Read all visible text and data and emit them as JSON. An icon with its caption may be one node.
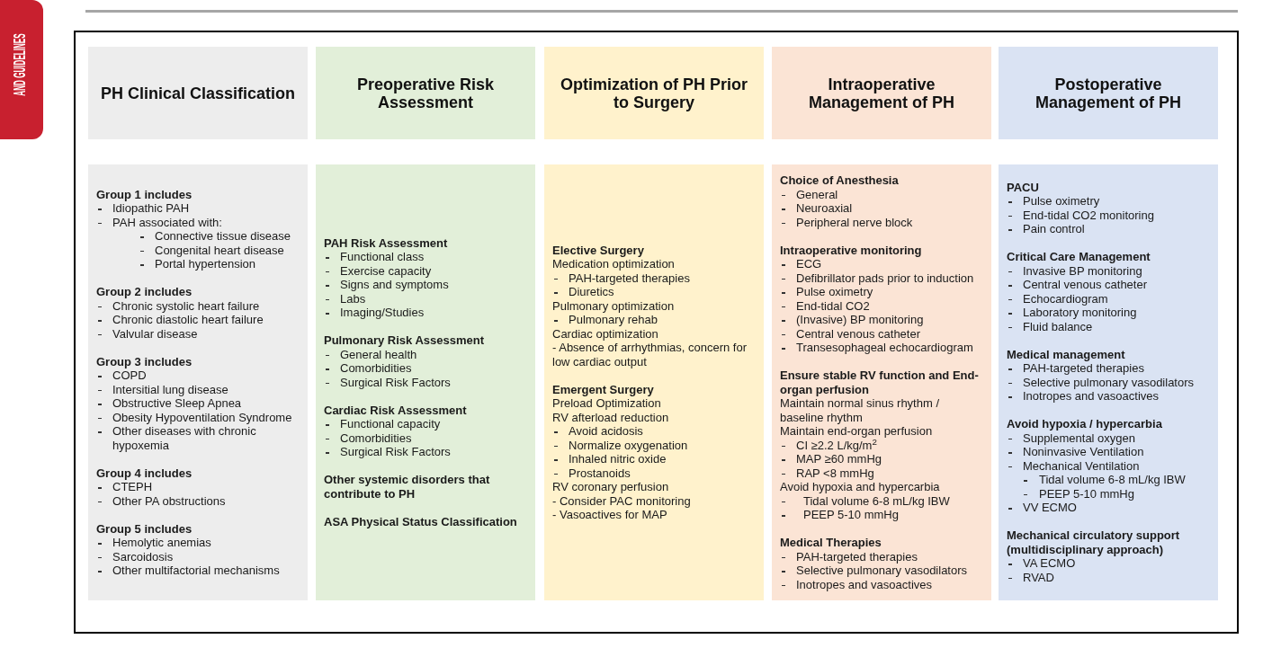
{
  "diagram": {
    "nodes": [
      {
        "text": [],
        "shape": "box"
      },
      {
        "text": [
          "PH Clinical Classification"
        ],
        "in": 0
      },
      {
        "text": [
          "Preoperative Risk Assessment"
        ],
        "in": 0
      },
      {
        "text": [
          "Optimization of PH Prior to Surgery"
        ],
        "in": 0
      },
      {
        "text": [
          "Intraoperative Management of PH"
        ],
        "in": 0
      },
      {
        "text": [
          "Postoperative Management of PH"
        ],
        "in": 0
      },
      {
        "text": [
          "Group 1 includes",
          "Idiopathic PAH",
          "PAH associated with:",
          "Connective tissue disease",
          "Congenital heart disease",
          "Portal hypertension",
          "Group 2 includes",
          "Chronic systolic heart failure",
          "Chronic diastolic heart failure",
          "Valvular disease",
          "Group 3 includes",
          "COPD",
          "Intersitial lung disease",
          "Obstructive Sleep Apnea",
          "Obesity Hypoventilation Syndrome",
          "Other diseases with chronic hypoxemia",
          "Group 4 includes",
          "CTEPH",
          "Other PA obstructions",
          "Group 5 includes",
          "Hemolytic anemias",
          "Sarcoidosis",
          "Other multifactorial mechanisms"
        ],
        "in": 0
      },
      {
        "text": [
          "PAH Risk Assessment",
          "Functional class",
          "Exercise capacity",
          "Signs and symptoms",
          "Labs",
          "Imaging/Studies",
          "Pulmonary Risk Assessment",
          "General health",
          "Comorbidities",
          "Surgical Risk Factors",
          "Cardiac Risk Assessment",
          "Functional capacity",
          "Comorbidities",
          "Surgical Risk Factors",
          "Other systemic disorders that contribute to PH",
          "ASA Physical Status Classification"
        ],
        "in": 0
      },
      {
        "text": [
          "Elective Surgery",
          "Medication optimization",
          "PAH-targeted therapies",
          "Diuretics",
          "Pulmonary optimization",
          "Pulmonary rehab",
          "Cardiac optimization",
          "- Absence of arrhythmias, concern for low cardiac output",
          "Emergent Surgery",
          "Preload Optimization",
          "RV afterload reduction",
          "Avoid acidosis",
          "Normalize oxygenation",
          "Inhaled nitric oxide",
          "Prostanoids",
          "RV coronary perfusion",
          "- Consider PAC monitoring",
          "- Vasoactives for MAP"
        ],
        "in": 0
      },
      {
        "text": [
          "Choice of Anesthesia",
          "General",
          "Neuroaxial",
          "Peripheral nerve block",
          "Intraoperative monitoring",
          "ECG",
          "Defibrillator pads prior to induction",
          "Pulse oximetry",
          "End-tidal CO2",
          "(Invasive) BP monitoring",
          "Central venous catheter",
          "Transesophageal echocardiogram",
          "Ensure stable RV function and End-organ perfusion",
          "Maintain normal sinus rhythm / baseline rhythm",
          "Maintain end-organ perfusion",
          "CI ≥2.2 L/kg/m$^{2}$",
          "MAP ≥60 mmHg",
          "RAP <8 mmHg",
          "Avoid hypoxia and hypercarbia",
          "Tidal volume 6-8 mL/kg IBW",
          "PEEP 5-10 mmHg",
          "Medical Therapies",
          "PAH-targeted therapies",
          "Selective pulmonary vasodilators",
          "Inotropes and vasoactives"
        ],
        "in": 0
      },
      {
        "text": [
          "PACU",
          "Pulse oximetry",
          "End-tidal CO2 monitoring",
          "Pain control",
          "Critical Care Management",
          "Invasive BP monitoring",
          "Central venous catheter",
          "Echocardiogram",
          "Laboratory monitoring",
          "Fluid balance",
          "Medical management",
          "PAH-targeted therapies",
          "Selective pulmonary vasodilators",
          "Inotropes and vasoactives",
          "Avoid hypoxia / hypercarbia",
          "Supplemental oxygen",
          "Noninvasive Ventilation",
          "Mechanical Ventilation",
          "Tidal volume 6-8 mL/kg IBW",
          "PEEP 5-10 mmHg",
          "VV ECMO",
          "Mechanical circulatory support (multidisciplinary approach)",
          "VA ECMO",
          "RVAD"
        ],
        "in": 0
      }
    ],
    "labels": [
      "AND GUIDELINES"
    ]
  }
}
